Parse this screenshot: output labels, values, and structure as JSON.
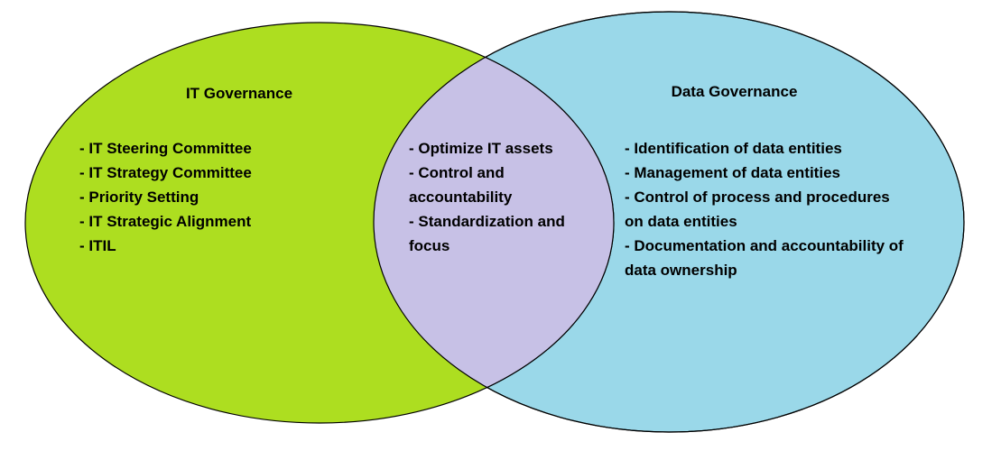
{
  "diagram": {
    "type": "venn",
    "background_color": "#ffffff",
    "colors": {
      "left_fill": "#ADDE20",
      "right_fill": "#9AD8E9",
      "overlap_fill": "#C7C1E6",
      "outline": "#000000",
      "text": "#000000"
    },
    "left": {
      "title": "IT Governance",
      "items": {
        "0": "- IT Steering Committee",
        "1": "- IT Strategy Committee",
        "2": "- Priority Setting",
        "3": "- IT Strategic Alignment",
        "4": "- ITIL"
      }
    },
    "overlap": {
      "items": {
        "0": "- Optimize IT assets",
        "1": "- Control and\naccountability",
        "2": "- Standardization and\nfocus"
      }
    },
    "right": {
      "title": "Data Governance",
      "items": {
        "0": "- Identification of data entities",
        "1": "- Management of data entities",
        "2": "- Control of process and procedures\non data entities",
        "3": "- Documentation and accountability of\ndata ownership"
      }
    }
  }
}
